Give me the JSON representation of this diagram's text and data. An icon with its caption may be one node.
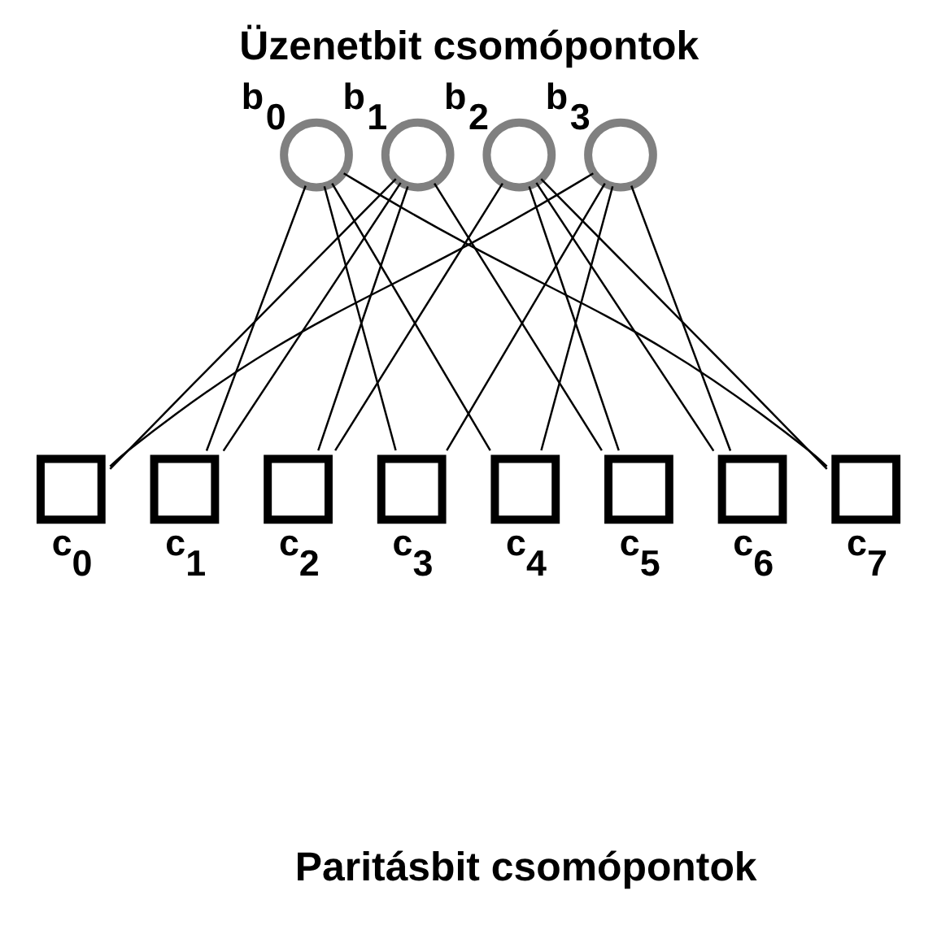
{
  "diagram": {
    "title": "Üzenetbit csomópontok",
    "nodes": [
      {
        "text": [
          "b$_{0}$"
        ]
      },
      {
        "text": [
          "b$_{1}$"
        ]
      },
      {
        "text": [
          "b$_{2}$"
        ]
      },
      {
        "text": [
          "b$_{3}$"
        ]
      },
      {
        "text": [
          "c$_{0}$"
        ]
      },
      {
        "text": [
          "c$_{1}$"
        ]
      },
      {
        "text": [
          "c$_{2}$"
        ]
      },
      {
        "text": [
          "c$_{3}$"
        ]
      },
      {
        "text": [
          "c$_{4}$"
        ]
      },
      {
        "text": [
          "c$_{5}$"
        ]
      },
      {
        "text": [
          "c$_{6}$"
        ]
      },
      {
        "text": [
          "c$_{7}$"
        ]
      }
    ],
    "edges": [
      {
        "from": 0,
        "to": 5,
        "arrow": "none"
      },
      {
        "from": 0,
        "to": 7,
        "arrow": "none"
      },
      {
        "from": 0,
        "to": 8,
        "arrow": "none"
      },
      {
        "from": 0,
        "to": 11,
        "arrow": "none"
      },
      {
        "from": 1,
        "to": 4,
        "arrow": "none"
      },
      {
        "from": 1,
        "to": 5,
        "arrow": "none"
      },
      {
        "from": 1,
        "to": 6,
        "arrow": "none"
      },
      {
        "from": 1,
        "to": 9,
        "arrow": "none"
      },
      {
        "from": 2,
        "to": 6,
        "arrow": "none"
      },
      {
        "from": 2,
        "to": 9,
        "arrow": "none"
      },
      {
        "from": 2,
        "to": 10,
        "arrow": "none"
      },
      {
        "from": 2,
        "to": 11,
        "arrow": "none"
      },
      {
        "from": 3,
        "to": 4,
        "arrow": "none"
      },
      {
        "from": 3,
        "to": 7,
        "arrow": "none"
      },
      {
        "from": 3,
        "to": 8,
        "arrow": "none"
      },
      {
        "from": 3,
        "to": 10,
        "arrow": "none"
      }
    ],
    "labels": [
      "Paritásbit csomópontok"
    ]
  }
}
